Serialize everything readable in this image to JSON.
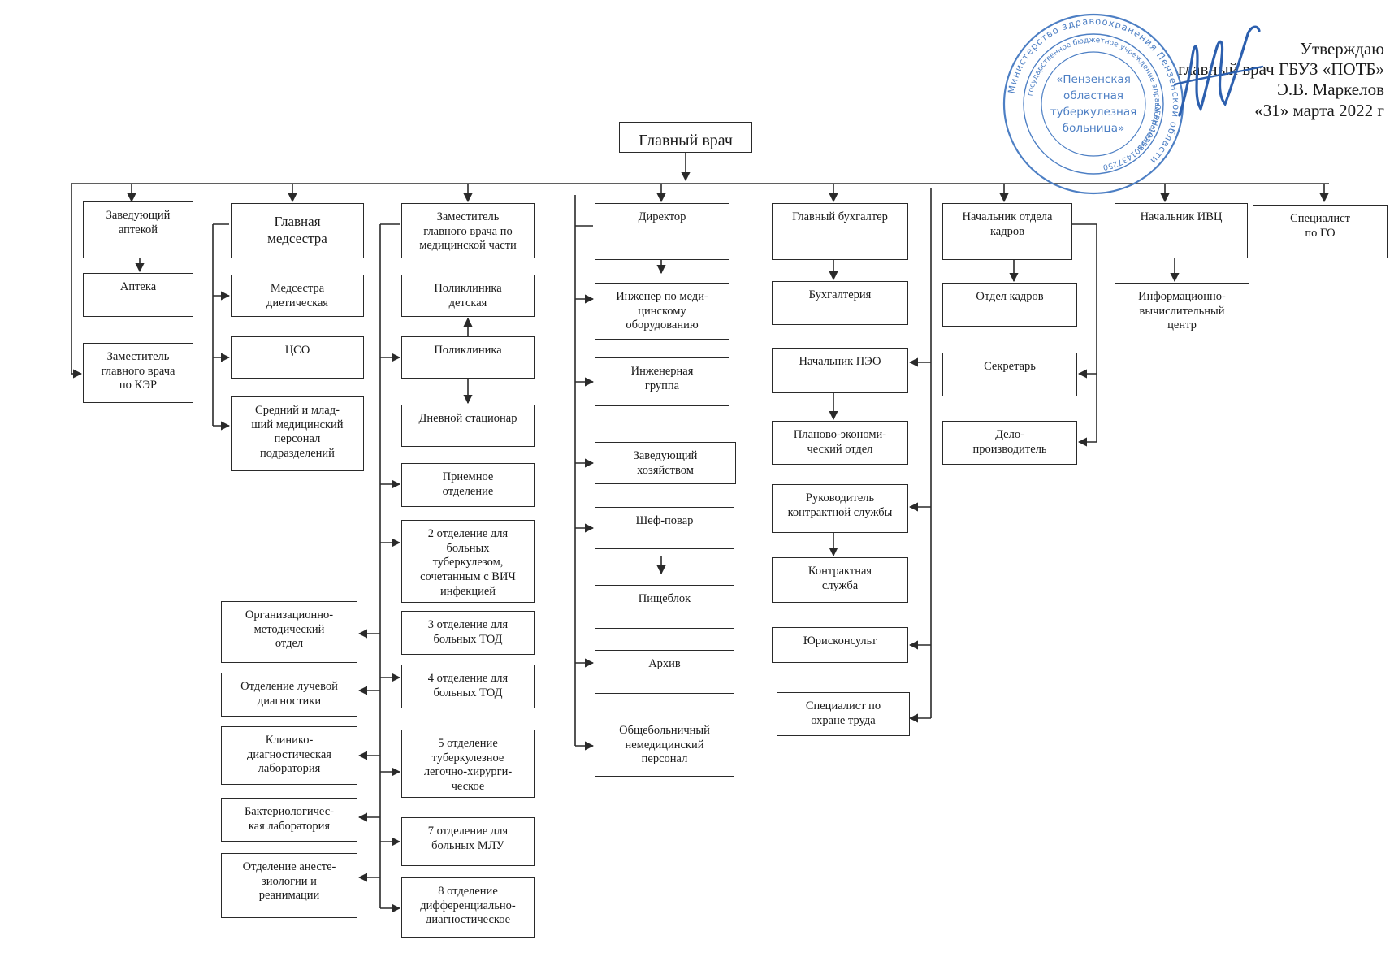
{
  "approval": {
    "line1": "Утверждаю",
    "line2": "главный врач ГБУЗ «ПОТБ»",
    "line3": "Э.В. Маркелов",
    "line4": "«31»  марта 2022 г"
  },
  "stamp": {
    "outer_text": "Министерство здравоохранения Пензенской области",
    "inner_text": "государственное бюджетное учреждение здравоохранения",
    "ogrn": "ОГРН 1025801437250",
    "center": [
      "«Пензенская",
      "областная",
      "туберкулезная",
      "больница»"
    ],
    "color": "#4d7fc4"
  },
  "colors": {
    "line": "#2a2a2a",
    "stamp": "#4d7fc4",
    "signature": "#2c5fae"
  },
  "top": {
    "label": "Главный врач"
  },
  "columns": {
    "pharmacy": {
      "head": "Заведующий\nаптекой",
      "items": [
        "Аптека",
        "Заместитель\nглавного врача\nпо КЭР"
      ]
    },
    "nurse": {
      "head": "Главная\nмедсестра",
      "items": [
        "Медсестра\nдиетическая",
        "ЦСО",
        "Средний и млад-\nший медицинский\nперсонал\nподразделений"
      ]
    },
    "deputy": {
      "head": "Заместитель\nглавного врача по\nмедицинской части",
      "items": [
        "Поликлиника\nдетская",
        "Поликлиника",
        "Дневной стационар",
        "Приемное\nотделение",
        "2 отделение для\nбольных\nтуберкулезом,\nсочетанным с ВИЧ\nинфекцией",
        "3 отделение для\nбольных ТОД",
        "4 отделение для\nбольных ТОД",
        "5 отделение\nтуберкулезное\nлегочно-хирурги-\nческое",
        "7 отделение для\nбольных МЛУ",
        "8 отделение\nдифференциально-\nдиагностическое"
      ],
      "side_items": [
        "Организационно-\nметодический\nотдел",
        "Отделение лучевой\nдиагностики",
        "Клинико-\nдиагностическая\nлаборатория",
        "Бактериологичес-\nкая  лаборатория",
        "Отделение анесте-\nзиологии и\nреанимации"
      ]
    },
    "director": {
      "head": "Директор",
      "items": [
        "Инженер по меди-\nцинскому\nоборудованию",
        "Инженерная\nгруппа",
        "Заведующий\nхозяйством",
        "Шеф-повар",
        "Пищеблок",
        "Архив",
        "Общебольничный\nнемедицинский\nперсонал"
      ]
    },
    "accountant": {
      "head": "Главный бухгалтер",
      "items": [
        "Бухгалтерия",
        "Начальник ПЭО",
        "Планово-экономи-\nческий отдел",
        "Руководитель\nконтрактной службы",
        "Контрактная\nслужба",
        "Юрисконсульт",
        "Специалист по\nохране труда"
      ]
    },
    "hr": {
      "head": "Начальник отдела\nкадров",
      "items": [
        "Отдел кадров",
        "Секретарь",
        "Дело-\nпроизводитель"
      ]
    },
    "ivc": {
      "head": "Начальник ИВЦ",
      "items": [
        "Информационно-\nвычислительный\nцентр"
      ]
    },
    "go": {
      "head": "Специалист\nпо ГО"
    }
  }
}
